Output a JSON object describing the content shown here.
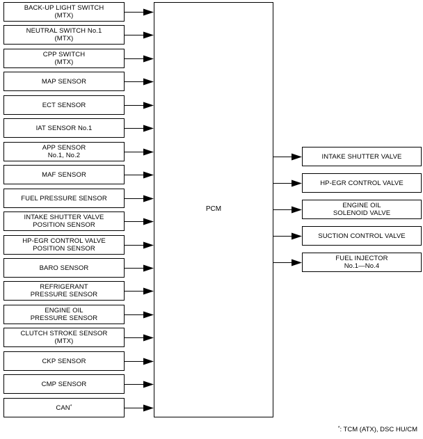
{
  "inputs": [
    {
      "line1": "BACK-UP LIGHT SWITCH",
      "line2": "(MTX)"
    },
    {
      "line1": "NEUTRAL SWITCH No.1",
      "line2": "(MTX)"
    },
    {
      "line1": "CPP SWITCH",
      "line2": "(MTX)"
    },
    {
      "line1": "MAP SENSOR",
      "line2": ""
    },
    {
      "line1": "ECT SENSOR",
      "line2": ""
    },
    {
      "line1": "IAT SENSOR No.1",
      "line2": ""
    },
    {
      "line1": "APP SENSOR",
      "line2": "No.1, No.2"
    },
    {
      "line1": "MAF SENSOR",
      "line2": ""
    },
    {
      "line1": "FUEL PRESSURE SENSOR",
      "line2": ""
    },
    {
      "line1": "INTAKE SHUTTER VALVE",
      "line2": "POSITION SENSOR"
    },
    {
      "line1": "HP-EGR CONTROL VALVE",
      "line2": "POSITION SENSOR"
    },
    {
      "line1": "BARO SENSOR",
      "line2": ""
    },
    {
      "line1": "REFRIGERANT",
      "line2": "PRESSURE SENSOR"
    },
    {
      "line1": "ENGINE OIL",
      "line2": "PRESSURE SENSOR"
    },
    {
      "line1": "CLUTCH STROKE SENSOR",
      "line2": "(MTX)"
    },
    {
      "line1": "CKP SENSOR",
      "line2": ""
    },
    {
      "line1": "CMP SENSOR",
      "line2": ""
    },
    {
      "line1": "CAN",
      "line2": "",
      "mark": "*"
    }
  ],
  "pcm": {
    "label": "PCM"
  },
  "outputs": [
    {
      "line1": "INTAKE SHUTTER VALVE",
      "line2": ""
    },
    {
      "line1": "HP-EGR CONTROL VALVE",
      "line2": ""
    },
    {
      "line1": "ENGINE OIL",
      "line2": "SOLENOID VALVE"
    },
    {
      "line1": "SUCTION CONTROL VALVE",
      "line2": ""
    },
    {
      "line1": "FUEL INJECTOR",
      "line2": "No.1—No.4"
    }
  ],
  "footnote": {
    "mark": "*",
    "text": ": TCM (ATX), DSC HU/CM"
  }
}
